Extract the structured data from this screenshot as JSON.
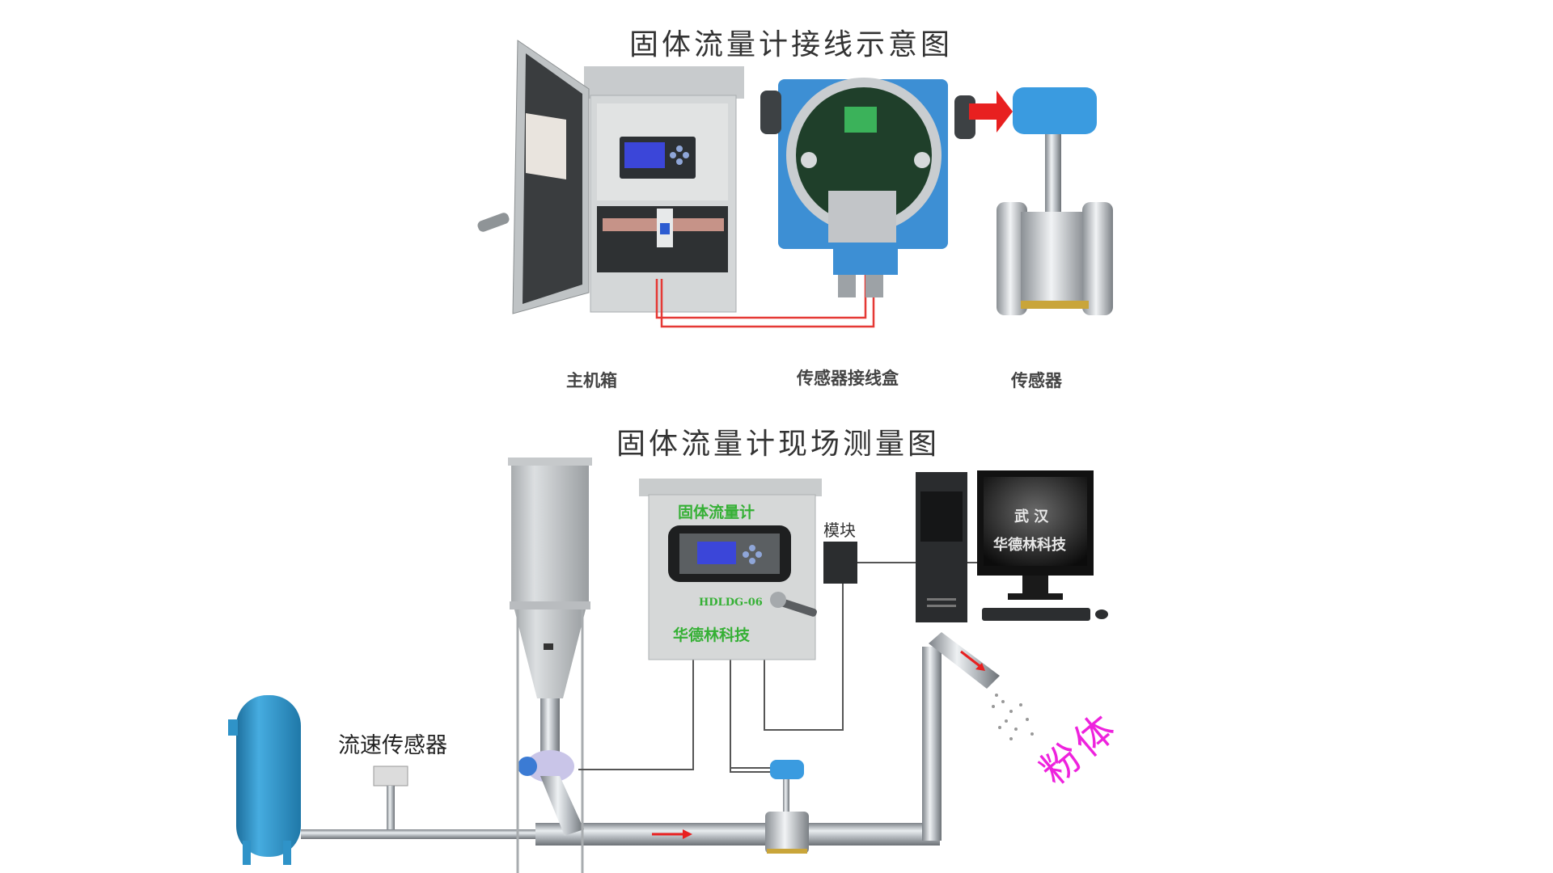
{
  "top_diagram": {
    "title": "固体流量计接线示意图",
    "labels": {
      "main_box": "主机箱",
      "junction_box": "传感器接线盒",
      "sensor": "传感器"
    }
  },
  "bottom_diagram": {
    "title": "固体流量计现场测量图",
    "cabinet": {
      "title": "固体流量计",
      "model": "HDLDG-06",
      "brand": "华德林科技"
    },
    "module_label": "模块",
    "monitor": {
      "line1": "武 汉",
      "line2": "华德林科技"
    },
    "velocity_sensor_label": "流速传感器",
    "powder_label": "粉体"
  },
  "colors": {
    "wire_red": "#e53935",
    "flow_arrow": "#e82020",
    "brand_green": "#35b035",
    "powder_magenta": "#ee22dd",
    "sensor_blue": "#3a9be0",
    "tank_blue": "#2f93c8"
  }
}
